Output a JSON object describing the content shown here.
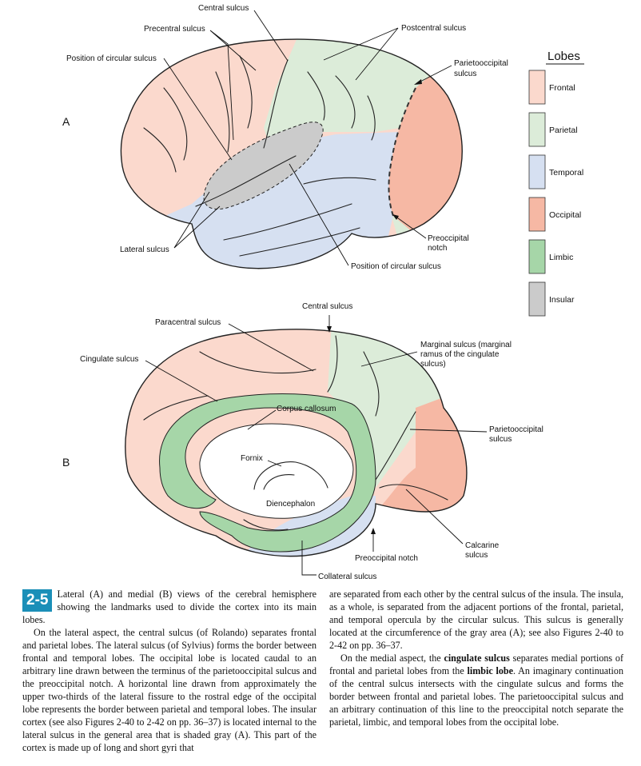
{
  "figure": {
    "panel_a": "A",
    "panel_b": "B",
    "legend": {
      "title": "Lobes",
      "items": [
        {
          "label": "Frontal",
          "color": "#fbd9cd"
        },
        {
          "label": "Parietal",
          "color": "#dcecd9"
        },
        {
          "label": "Temporal",
          "color": "#d6e0f1"
        },
        {
          "label": "Occipital",
          "color": "#f6b8a4"
        },
        {
          "label": "Limbic",
          "color": "#a6d6a8"
        },
        {
          "label": "Insular",
          "color": "#cbcbcb"
        }
      ]
    },
    "labels_a": {
      "central_sulcus": "Central sulcus",
      "precentral_sulcus": "Precentral sulcus",
      "postcentral_sulcus": "Postcentral sulcus",
      "position_circular_top": "Position of circular sulcus",
      "parieto_line1": "Parietooccipital",
      "parieto_line2": "sulcus",
      "lateral_sulcus": "Lateral sulcus",
      "preoccipital_line1": "Preoccipital",
      "preoccipital_line2": "notch",
      "position_circular_bottom": "Position of circular sulcus"
    },
    "labels_b": {
      "central_sulcus": "Central sulcus",
      "paracentral_sulcus": "Paracentral sulcus",
      "cingulate_sulcus": "Cingulate sulcus",
      "marginal_line1": "Marginal sulcus (marginal",
      "marginal_line2": "ramus of the cingulate",
      "marginal_line3": "sulcus)",
      "corpus_callosum": "Corpus callosum",
      "parieto_line1": "Parietooccipital",
      "parieto_line2": "sulcus",
      "fornix": "Fornix",
      "diencephalon": "Diencephalon",
      "calcarine_line1": "Calcarine",
      "calcarine_line2": "sulcus",
      "preoccipital_notch": "Preoccipital notch",
      "collateral_sulcus": "Collateral sulcus"
    }
  },
  "caption": {
    "badge": "2-5",
    "text": "Lateral (A) and medial (B) views of the cerebral hemisphere showing the landmarks used to divide the cortex into its main lobes."
  },
  "body": {
    "left_para": "On the lateral aspect, the central sulcus (of Rolando) separates frontal and parietal lobes. The lateral sulcus (of Sylvius) forms the border between frontal and temporal lobes. The occipital lobe is located caudal to an arbitrary line drawn between the terminus of the parietooccipital sulcus and the preoccipital notch. A horizontal line drawn from approximately the upper two-thirds of the lateral fissure to the rostral edge of the occipital lobe represents the border between parietal and temporal lobes. The insular cortex (see also Figures 2-40 to 2-42 on pp. 36–37) is located internal to the lateral sulcus in the general area that is shaded gray (A). This part of the cortex is made up of long and short gyri that",
    "right_para1": "are separated from each other by the central sulcus of the insula. The insula, as a whole, is separated from the adjacent portions of the frontal, parietal, and temporal opercula by the circular sulcus. This sulcus is generally located at the circumference of the gray area (A); see also Figures 2-40 to 2-42 on pp. 36–37.",
    "right_para2_a": "On the medial aspect, the ",
    "right_para2_bold1": "cingulate sulcus",
    "right_para2_b": " separates medial portions of frontal and parietal lobes from the ",
    "right_para2_bold2": "limbic lobe",
    "right_para2_c": ". An imaginary continuation of the central sulcus intersects with the cingulate sulcus and forms the border between frontal and parietal lobes. The parietooccipital sulcus and an arbitrary continuation of this line to the preoccipital notch separate the parietal, limbic, and temporal lobes from the occipital lobe."
  }
}
